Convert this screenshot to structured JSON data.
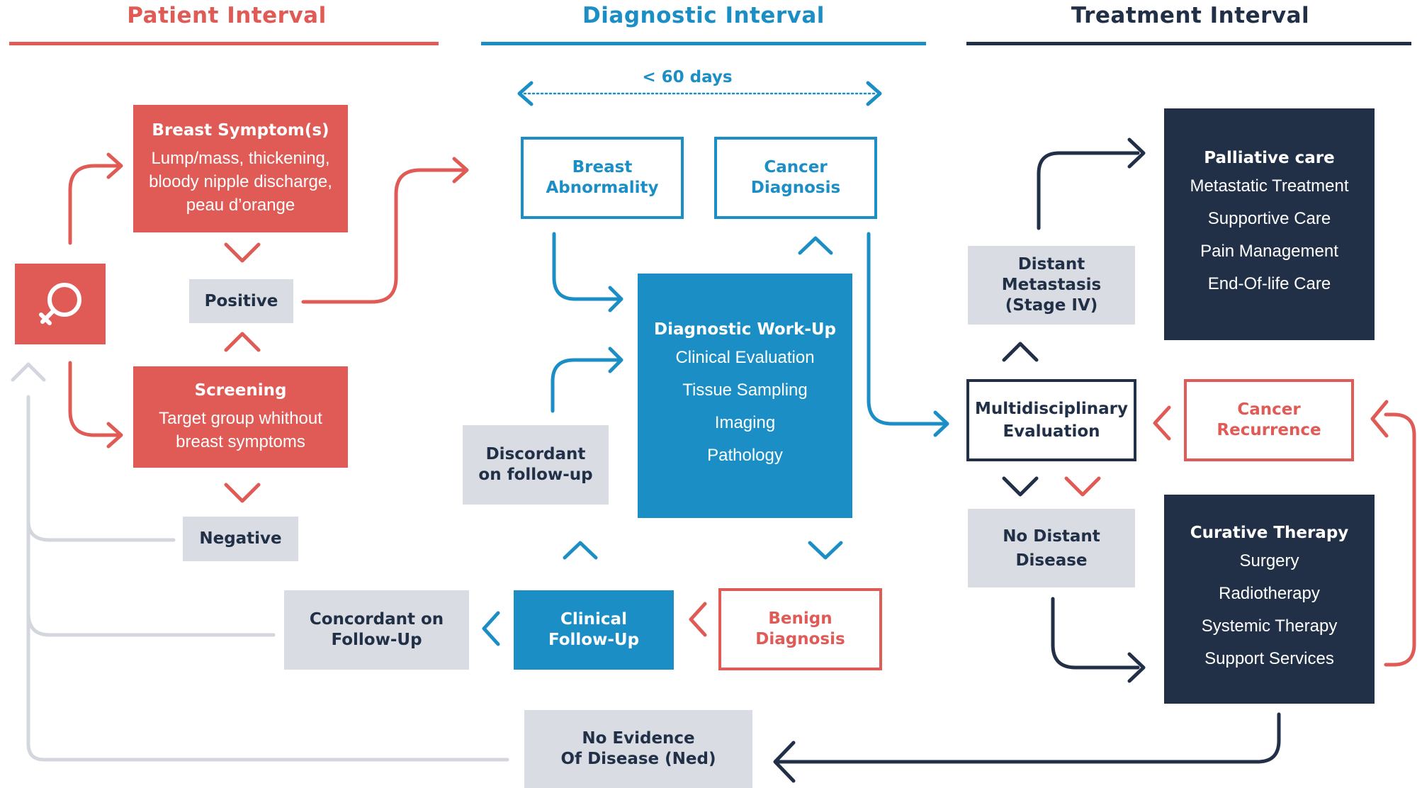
{
  "colors": {
    "patient": "#e05a56",
    "diagnostic": "#1b8fc5",
    "treatment": "#213047",
    "neutral": "#d9dde3",
    "return_line": "#d3d7dd"
  },
  "headers": {
    "patient": "Patient Interval",
    "diagnostic": "Diagnostic Interval",
    "treatment": "Treatment Interval"
  },
  "timeframe": "< 60 days",
  "icons": {
    "patient": "female-symbol-icon"
  },
  "patient": {
    "breast_symptoms": {
      "title": "Breast Symptom(s)",
      "body": "Lump/mass, thickening,\nbloody nipple discharge,\npeau d’orange"
    },
    "positive": "Positive",
    "screening": {
      "title": "Screening",
      "body": "Target group whithout\nbreast symptoms"
    },
    "negative": "Negative",
    "concordant": "Concordant on\nFollow-Up"
  },
  "diagnostic": {
    "breast_abnormality": "Breast\nAbnormality",
    "cancer_diagnosis": "Cancer\nDiagnosis",
    "workup": {
      "title": "Diagnostic Work-Up",
      "items": [
        "Clinical Evaluation",
        "Tissue Sampling",
        "Imaging",
        "Pathology"
      ]
    },
    "discordant": "Discordant\non follow-up",
    "clinical_followup": "Clinical\nFollow-Up",
    "benign": "Benign\nDiagnosis",
    "ned": "No Evidence\nOf Disease (Ned)"
  },
  "treatment": {
    "distant_metastasis": "Distant\nMetastasis\n(Stage IV)",
    "mdt": "Multidisciplinary\nEvaluation",
    "no_distant": "No Distant\nDisease",
    "recurrence": "Cancer\nRecurrence",
    "palliative": {
      "title": "Palliative care",
      "items": [
        "Metastatic Treatment",
        "Supportive Care",
        "Pain Management",
        "End-Of-life Care"
      ]
    },
    "curative": {
      "title": "Curative Therapy",
      "items": [
        "Surgery",
        "Radiotherapy",
        "Systemic Therapy",
        "Support Services"
      ]
    }
  }
}
